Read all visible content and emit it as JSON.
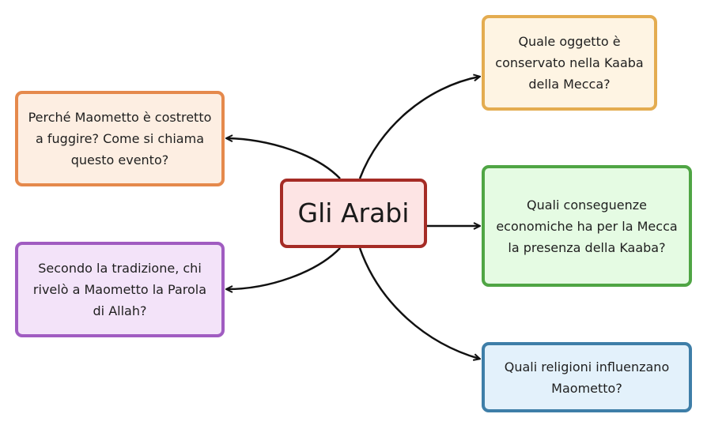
{
  "center": {
    "label": "Gli Arabi",
    "color": "#a52b25",
    "fill": "#fde4e4"
  },
  "questions": [
    {
      "id": "q1",
      "text": "Perché Maometto è costretto a fuggire? Come si chiama questo evento?",
      "color": "#e5894c",
      "fill": "#fdeee2"
    },
    {
      "id": "q2",
      "text": "Secondo la tradizione, chi rivelò a Maometto la Parola di Allah?",
      "color": "#a05cc1",
      "fill": "#f3e3f9"
    },
    {
      "id": "q3",
      "text": "Quale oggetto è conservato nella Kaaba della Mecca?",
      "color": "#e4ac50",
      "fill": "#fef4e3"
    },
    {
      "id": "q4",
      "text": "Quali conseguenze economiche ha per la Mecca la presenza della Kaaba?",
      "color": "#4fa544",
      "fill": "#e5fbe3"
    },
    {
      "id": "q5",
      "text": "Quali religioni influenzano Maometto?",
      "color": "#3e7ea8",
      "fill": "#e3f1fb"
    }
  ]
}
